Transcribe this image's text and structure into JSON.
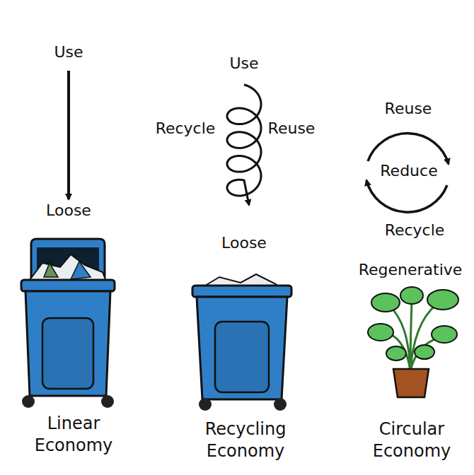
{
  "diagram": {
    "labels": [
      "Use",
      "Loose",
      "Linear Economy",
      "Use",
      "Recycle",
      "Reuse",
      "Loose",
      "Recycling Economy",
      "Reuse",
      "Reduce",
      "Recycle",
      "Regenerative",
      "Circular Economy"
    ]
  }
}
